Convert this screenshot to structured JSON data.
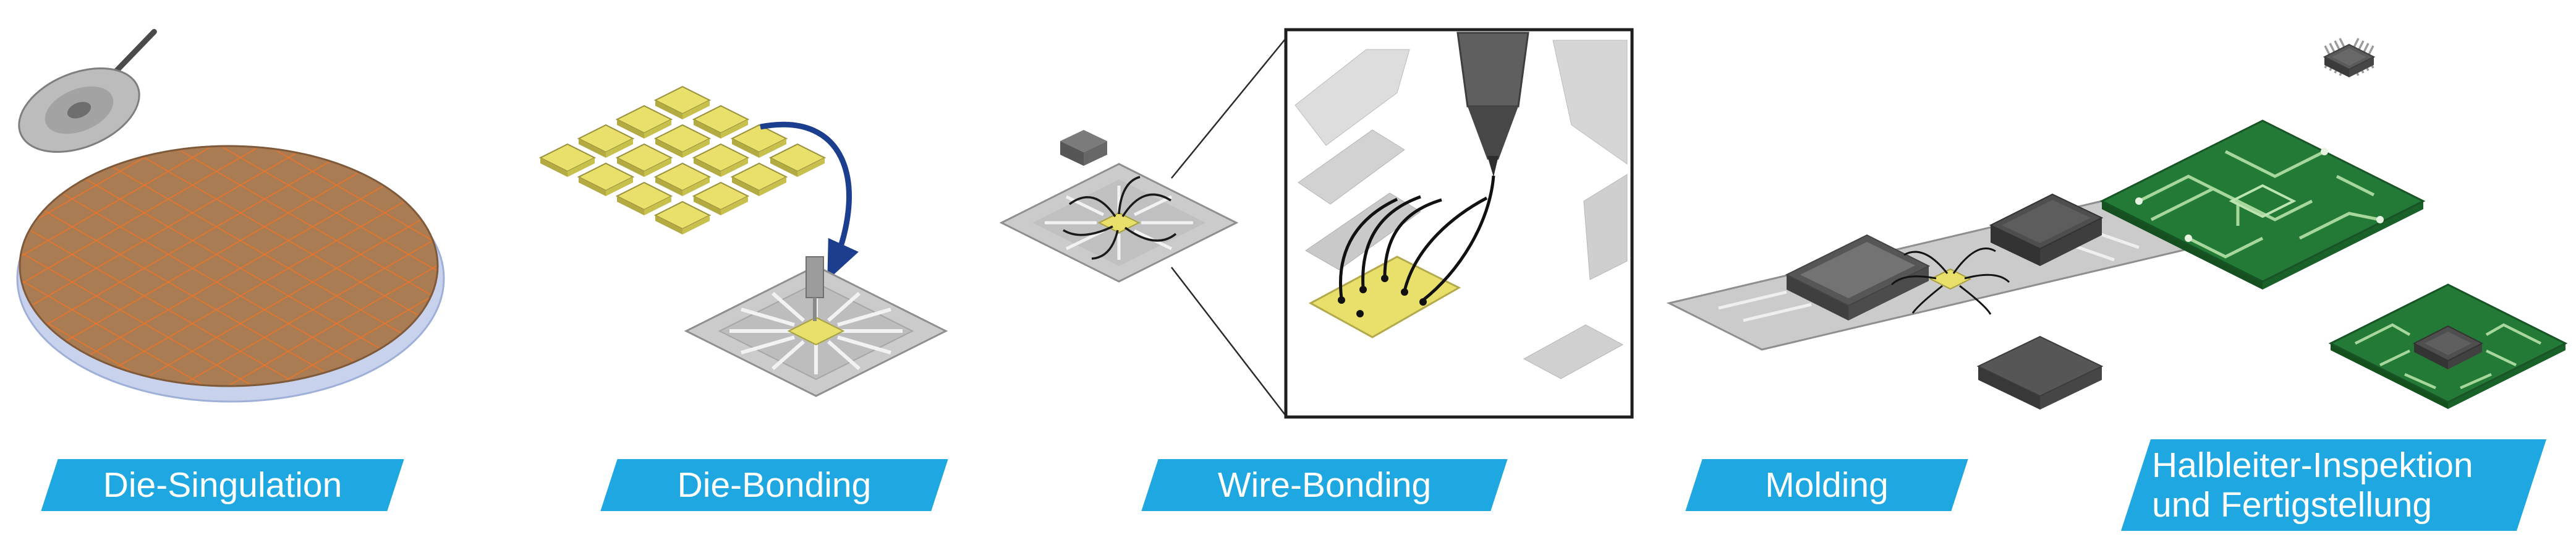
{
  "diagram": {
    "banner_color": "#1ea7e1",
    "banner_text_color": "#ffffff",
    "steps": [
      {
        "label": "Die-Singulation",
        "icon": "wafer-saw-illustration"
      },
      {
        "label": "Die-Bonding",
        "icon": "die-placement-illustration"
      },
      {
        "label": "Wire-Bonding",
        "icon": "wire-bonder-illustration"
      },
      {
        "label": "Molding",
        "icon": "molded-package-illustration"
      },
      {
        "label": "Halbleiter-Inspektion und Fertigstellung",
        "icon": "inspection-finishing-illustration"
      }
    ],
    "palette": {
      "banner_blue": "#1ea7e1",
      "wafer_brown": "#aa7c54",
      "grid_orange": "#e5752c",
      "carrier_blue": "#c9d2ec",
      "die_yellow": "#e9e06b",
      "arrow_blue": "#1c3e8e",
      "leadframe_gray": "#cbcbcb",
      "mold_gray": "#565656",
      "pcb_green": "#237a36",
      "trace_green": "#a7d79b"
    }
  }
}
